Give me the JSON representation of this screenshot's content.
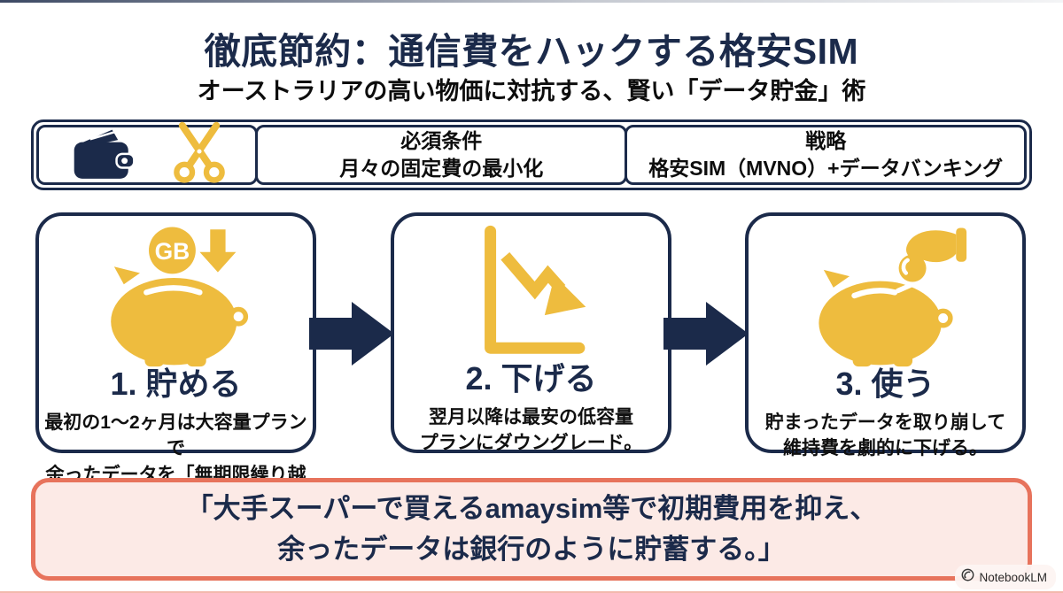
{
  "page": {
    "title": "徹底節約：通信費をハックする格安SIM",
    "subtitle": "オーストラリアの高い物価に対抗する、賢い「データ貯金」術"
  },
  "colors": {
    "navy": "#1b2a4a",
    "yellow": "#eebc3e",
    "quote_background": "#fceae6",
    "quote_border": "#e7735c"
  },
  "header_bar": {
    "icons": [
      "wallet-icon",
      "scissors-icon"
    ],
    "requirement": {
      "label": "必須条件",
      "value": "月々の固定費の最小化"
    },
    "strategy": {
      "label": "戦略",
      "value": "格安SIM（MVNO）+データバンキング"
    }
  },
  "steps": [
    {
      "icon": "piggy-bank-deposit-icon",
      "badge": "GB",
      "title": "1. 貯める",
      "line1": "最初の1〜2ヶ月は大容量プランで",
      "line2": "余ったデータを「無期限繰り越し」。"
    },
    {
      "icon": "declining-chart-icon",
      "title": "2. 下げる",
      "line1": "翌月以降は最安の低容量",
      "line2": "プランにダウングレード。"
    },
    {
      "icon": "piggy-bank-withdraw-icon",
      "title": "3. 使う",
      "line1": "貯まったデータを取り崩して",
      "line2": "維持費を劇的に下げる。"
    }
  ],
  "quote": {
    "line1": "「大手スーパーで買えるamaysim等で初期費用を抑え、",
    "line2": "余ったデータは銀行のように貯蓄する。」"
  },
  "watermark": {
    "label": "NotebookLM"
  }
}
